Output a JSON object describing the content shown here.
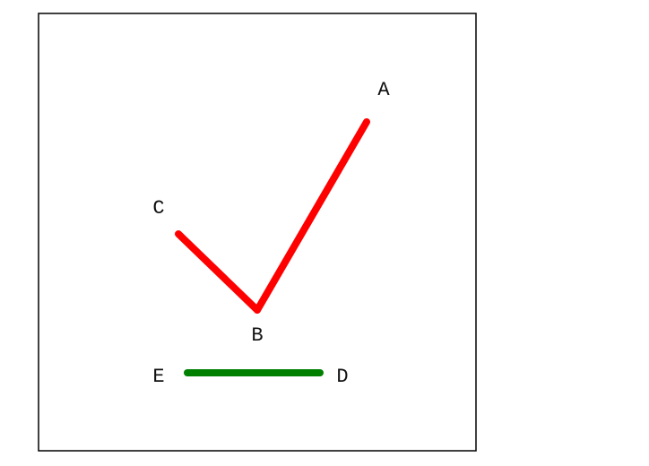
{
  "diagram": {
    "points": {
      "A": {
        "label": "A"
      },
      "B": {
        "label": "B"
      },
      "C": {
        "label": "C"
      },
      "D": {
        "label": "D"
      },
      "E": {
        "label": "E"
      }
    },
    "segments": [
      {
        "from": "B",
        "to": "A",
        "color": "#ff0000"
      },
      {
        "from": "C",
        "to": "B",
        "color": "#ff0000"
      },
      {
        "from": "E",
        "to": "D",
        "color": "#008000"
      }
    ],
    "colors": {
      "angle_arms": "#ff0000",
      "reference_segment": "#008000",
      "frame": "#000000"
    }
  }
}
